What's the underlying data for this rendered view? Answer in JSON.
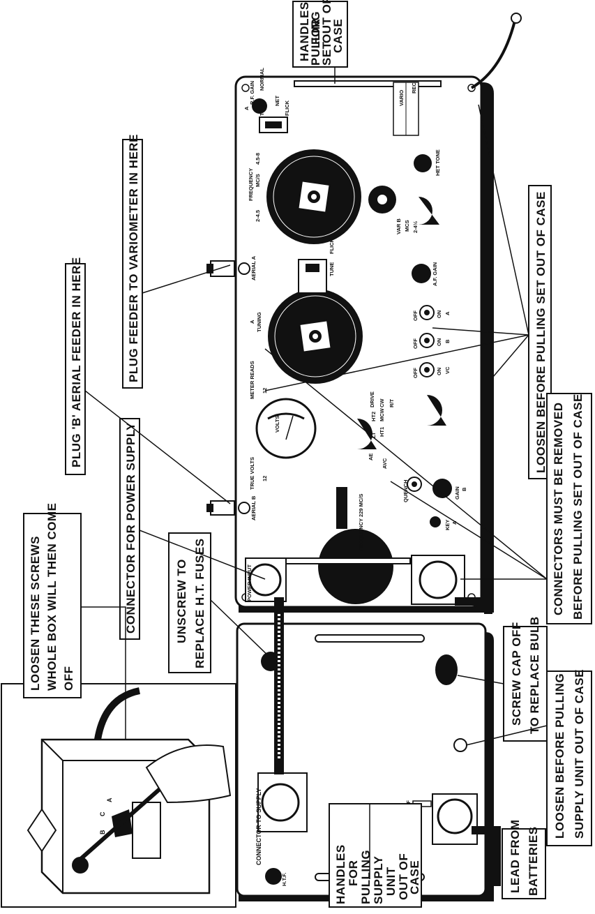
{
  "colors": {
    "ink": "#111111",
    "paper": "#ffffff",
    "knob": "#1a1a1a"
  },
  "callouts": {
    "handles_set": [
      "HANDLES",
      "FOR",
      "PULLING",
      "SET",
      "OUT OF",
      "CASE"
    ],
    "plug_feeder": "PLUG FEEDER TO VARIOMETER IN HERE",
    "plug_b_aerial": "PLUG 'B' AERIAL FEEDER IN HERE",
    "connector_power": "CONNECTOR FOR POWER SUPPLY",
    "loosen_screws": [
      "LOOSEN THESE SCREWS",
      "WHOLE BOX WILL THEN COME",
      "OFF"
    ],
    "unscrew_fuses": [
      "UNSCREW TO",
      "REPLACE H.T. FUSES"
    ],
    "loosen_set": "LOOSEN  BEFORE  PULLING  SET  OUT OF CASE",
    "connectors_removed": [
      "CONNECTORS MUST BE REMOVED",
      "BEFORE PULLING SET OUT OF CASE"
    ],
    "screw_cap": [
      "SCREW CAP OFF",
      "TO REPLACE BULB"
    ],
    "loosen_supply": [
      "LOOSEN  BEFORE  PULLING",
      "SUPPLY UNIT OUT OF CASE"
    ],
    "lead_batteries": [
      "LEAD FROM",
      "BATTERIES"
    ],
    "handles_supply": [
      "HANDLES",
      "FOR",
      "PULLING",
      "SUPPLY",
      "UNIT",
      "OUT OF",
      "CASE"
    ]
  },
  "panel": {
    "rf_gain": "R.F. GAIN",
    "a_letter": "A",
    "tune": "TUNE",
    "normal": "NORMAL",
    "net": "NET",
    "flick": "FLICK",
    "frequency_a": "FREQUENCY",
    "mcs": "MC/S",
    "band_45_8": "4.5-8",
    "band_2_45": "2-4.5",
    "var_b": "VAR B",
    "mcs_b": "MCS",
    "band_b": "2-4½",
    "af_gain": "A.F. GAIN",
    "het_tone": "HET TONE",
    "aerial_a": "AERIAL A",
    "tuning": "TUNING",
    "meter_reads": "METER READS",
    "meter_value": "12",
    "volts": "VOLTS",
    "true_volts": "TRUE VOLTS",
    "true_volts_value": "12",
    "ae": "AE",
    "avc": "AVC",
    "lt": "LT",
    "ht1": "HT1",
    "ht2": "HT2",
    "drive": "DRIVE",
    "mcw": "MCW",
    "cw": "CW",
    "rt": "R/T",
    "quench": "QUENCH",
    "gain": "GAIN",
    "gain_b": "B",
    "key": "KEY",
    "key_a": "A",
    "frequency_b": "FREQUENCY 229 MC/S",
    "aerial_b": "AERIAL B",
    "power_input": "POWER INPUT",
    "off": "OFF",
    "on": "ON",
    "switch_labels": [
      "VC",
      "B",
      "A"
    ],
    "vario": "VARIO",
    "rec": "REC"
  },
  "supply": {
    "connector_supply": "CONNECTOR TO SUPPLY",
    "ht_fuse": "H.T.F.",
    "off": "OFF"
  },
  "inset": {
    "labels": [
      "A",
      "B",
      "C"
    ]
  }
}
